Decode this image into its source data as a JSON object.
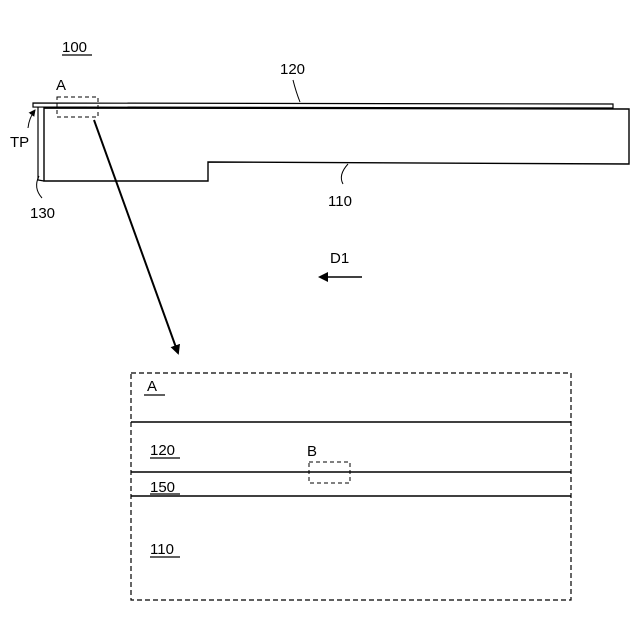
{
  "figure": {
    "ref_main": "100",
    "detail_a_tag": "A",
    "label_120": "120",
    "label_tp": "TP",
    "label_130": "130",
    "label_110": "110",
    "direction_label": "D1",
    "direction_arrow": "left-arrow"
  },
  "detail": {
    "title": "A",
    "layer_top": "120",
    "layer_middle": "150",
    "layer_bottom": "110",
    "detail_b_tag": "B"
  },
  "colors": {
    "line": "#000000",
    "background": "#ffffff"
  }
}
